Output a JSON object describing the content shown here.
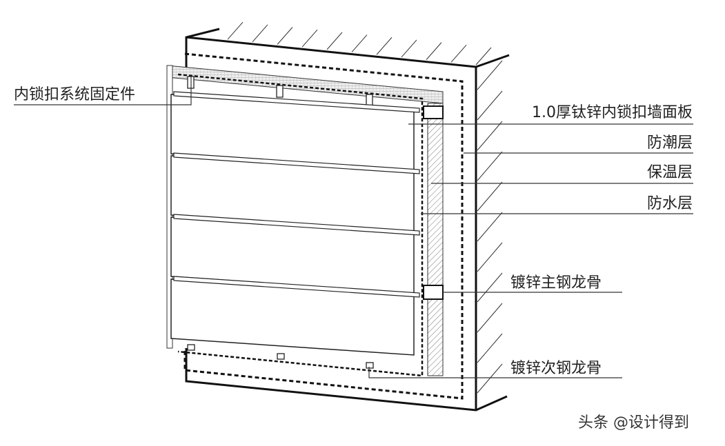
{
  "labels": {
    "left_fixing": "内锁扣系统固定件",
    "panel": "1.0厚钛锌内锁扣墙面板",
    "moisture_layer": "防潮层",
    "insulation_layer": "保温层",
    "waterproof_layer": "防水层",
    "main_keel": "镀锌主钢龙骨",
    "secondary_keel": "镀锌次钢龙骨"
  },
  "watermark": "头条 @设计得到"
}
